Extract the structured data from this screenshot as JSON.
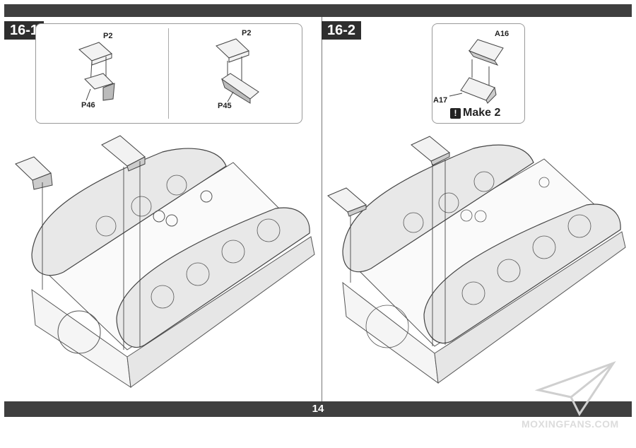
{
  "page": {
    "number": "14"
  },
  "steps": [
    {
      "id": "16-1",
      "parts": [
        "P2",
        "P46",
        "P2",
        "P45"
      ]
    },
    {
      "id": "16-2",
      "parts": [
        "A16",
        "A17"
      ],
      "note": "Make 2"
    }
  ],
  "watermark": "MOXINGFANS.COM"
}
